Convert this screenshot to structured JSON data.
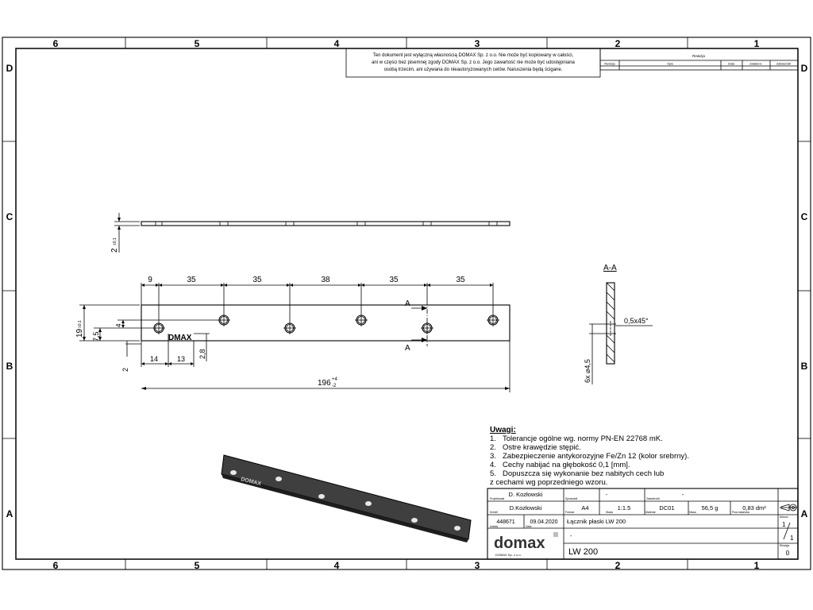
{
  "frame": {
    "col_labels": [
      "6",
      "5",
      "4",
      "3",
      "2",
      "1"
    ],
    "row_labels": [
      "D",
      "C",
      "B",
      "A"
    ]
  },
  "notice": {
    "lines": [
      "Ten dokument jest wyłączną własnością DOMAX Sp. z o.o. Nie może być kopiowany w całości,",
      "ani w części bez pisemnej zgody DOMAX Sp. z o.o. Jego zawartość nie może być udostępniana",
      "osobą trzecim, ani używana do nieautoryzowanych celów. Naruszenia będą ścigane."
    ]
  },
  "revision_table": {
    "title": "Rewizja",
    "headers": [
      "Rewizja",
      "Opis",
      "Data",
      "Zatwierd.",
      "Zatwierdził"
    ]
  },
  "dimensions": {
    "thickness": "2",
    "thickness_tol": "±0,1",
    "spacing": [
      "9",
      "35",
      "35",
      "38",
      "35",
      "35"
    ],
    "height": "19",
    "height_tol": "±0,1",
    "hole_offset": "7,5",
    "small_4": "4",
    "small_2": "2",
    "d14": "14",
    "d13": "13",
    "d28": "2,8",
    "length": "196",
    "length_tol_plus": "+4",
    "length_tol_minus": "-2",
    "chamfer": "0,5x45°",
    "holes": "6x ⌀4,5",
    "stamp": "DMAX"
  },
  "section": {
    "title": "A-A",
    "marker": "A"
  },
  "notes": {
    "title": "Uwagi:",
    "items": [
      {
        "n": "1.",
        "text": "Tolerancje ogólne wg. normy PN-EN 22768 mK."
      },
      {
        "n": "2.",
        "text": "Ostre krawędzie stępić."
      },
      {
        "n": "3.",
        "text": "Zabezpieczenie antykorozyjne Fe/Zn 12 (kolor srebrny)."
      },
      {
        "n": "4.",
        "text": "Cechy nabijać na głębokość 0,1 [mm]."
      },
      {
        "n": "5.",
        "text": "Dopuszcza się wykonanie bez nabitych cech lub"
      }
    ],
    "continuation": "z cechami wg poprzedniego wzoru."
  },
  "iso_view": {
    "stamp": "DOMAX"
  },
  "title_block": {
    "designer_label": "Projektował",
    "designer": "D. Kozłowski",
    "checked_label": "Sprawdził",
    "checked": "-",
    "approved_label": "Zatwierdził",
    "approved": "-",
    "drew_label": "Kreślił",
    "drew": "D.Kozłowski",
    "format_label": "Format",
    "format": "A4",
    "scale_label": "Skala",
    "scale": "1:1.5",
    "material_label": "Materiał",
    "material": "DC01",
    "mass_label": "Masa",
    "mass": "56,5 g",
    "volume_label": "Pow.malarska",
    "volume": "0,83 dm²",
    "number": "448671",
    "number_label": "Indeks",
    "date": "09.04.2020",
    "date_label": "Data",
    "name": "Łącznik płaski LW 200",
    "name2": "-",
    "company_logo": "domax",
    "company_sub": "DOMAX Sp. z o.o.",
    "drawing_id": "LW 200",
    "sheet_label": "Arkusz",
    "sheet_num": "1",
    "sheet_total": "1",
    "rev_label": "Rewizja",
    "rev": "0"
  }
}
